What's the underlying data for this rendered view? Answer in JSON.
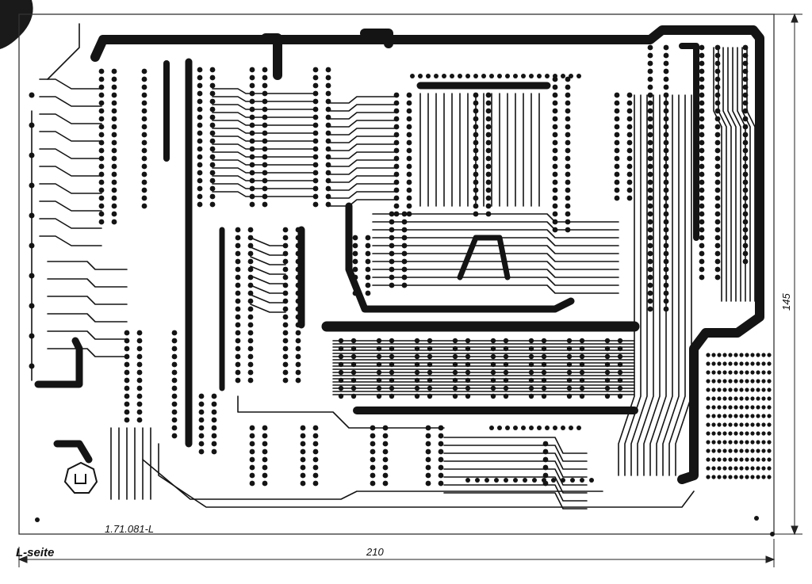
{
  "board": {
    "part_number": "1.71.081-L",
    "side_label": "L-seite",
    "width_dim": "210",
    "height_dim": "145"
  },
  "colors": {
    "background": "#ffffff",
    "copper": "#141414",
    "dimension_line": "#222222"
  }
}
